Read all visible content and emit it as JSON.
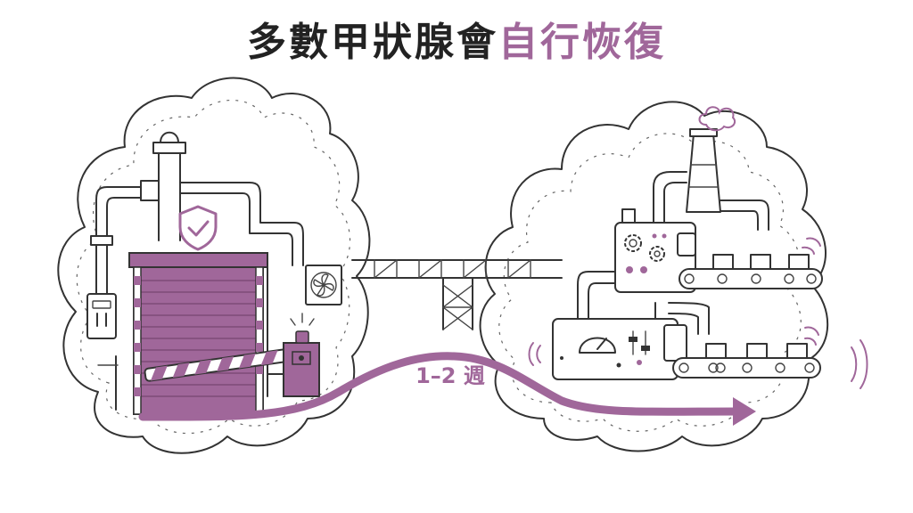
{
  "title": {
    "main": "多數甲狀腺會",
    "highlight": "自行恢復"
  },
  "arrow_label": "1–2 週",
  "colors": {
    "accent": "#a0679a",
    "ink": "#222222",
    "background": "#ffffff"
  },
  "icons": {
    "left": [
      "shield-check-icon",
      "rolling-shutter-door",
      "barrier-gate",
      "warning-beacon",
      "ventilation-fan-icon",
      "electrical-panel",
      "pipes"
    ],
    "right": [
      "factory-chimney",
      "smoke-puffs",
      "gear-machine",
      "conveyor-belt",
      "gauge-control-panel",
      "motion-lines"
    ],
    "middle": [
      "bridge"
    ]
  }
}
